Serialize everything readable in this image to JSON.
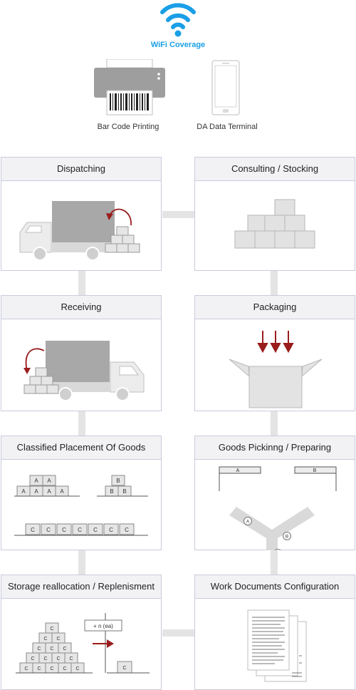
{
  "header": {
    "wifi_label": "WiFi Coverage",
    "printer_label": "Bar Code Printing",
    "terminal_label": "DA Data Terminal"
  },
  "steps": {
    "dispatching": "Dispatching",
    "consulting": "Consulting / Stocking",
    "receiving": "Receiving",
    "packaging": "Packaging",
    "placement": "Classified Placement Of Goods",
    "picking": "Goods Pickinng / Preparing",
    "reallocation": "Storage reallocation / Replenisment",
    "documents": "Work Documents Configuration"
  },
  "box_labels": {
    "a": "A",
    "b": "B",
    "c": "C"
  },
  "replenish_label": "+ n (ea)",
  "colors": {
    "accent": "#1a9fe6",
    "arrow": "#9a1c1c",
    "box_fill": "#e6e6e6",
    "truck_body": "#a8a8a8",
    "card_border": "#c9cbdc",
    "connector": "#e4e4e4"
  }
}
